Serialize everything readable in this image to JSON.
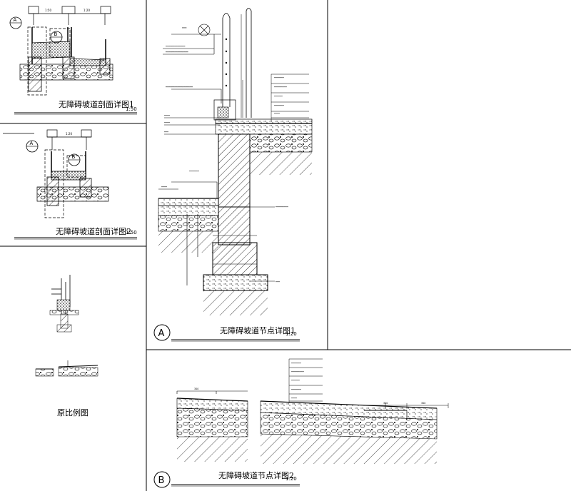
{
  "panels": {
    "sec1": {
      "title": "无障碍坡道剖面详图1",
      "scale": "1:50",
      "callout_a": "A",
      "callout_b": "B"
    },
    "sec2": {
      "title": "无障碍坡道剖面详图2",
      "scale": "1:50",
      "callout_a": "A",
      "callout_b": "B"
    },
    "orig": {
      "title": "原比例图"
    },
    "nodeA": {
      "title": "无障碍坡道节点详图1",
      "scale": "1:20",
      "marker": "A"
    },
    "nodeB": {
      "title": "无障碍坡道节点详图2",
      "scale": "1:20",
      "marker": "B"
    }
  },
  "colors": {
    "line": "#000000",
    "background": "#ffffff"
  }
}
